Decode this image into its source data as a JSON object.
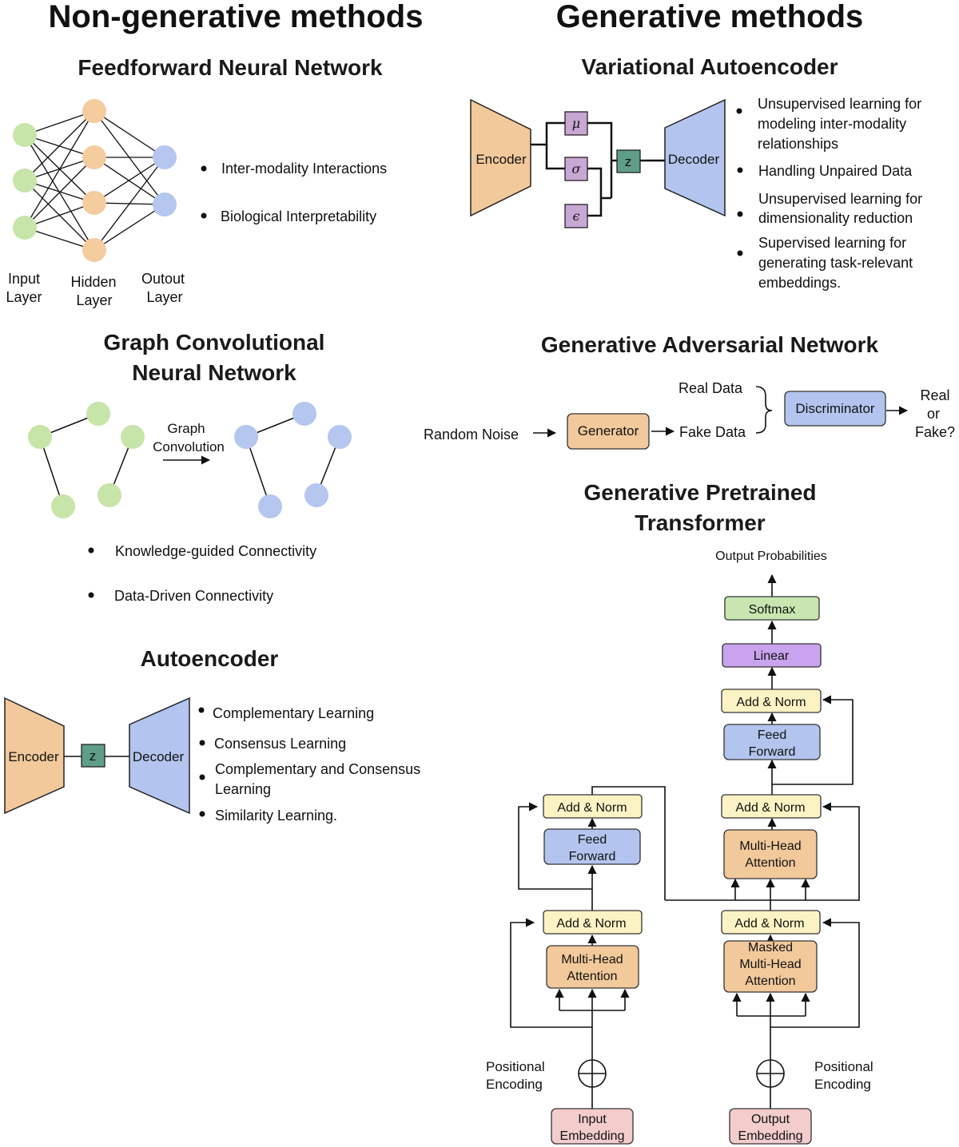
{
  "titles": {
    "left": "Non-generative methods",
    "right": "Generative methods"
  },
  "ffnn": {
    "title": "Feedforward Neural Network",
    "bullets": [
      "Inter-modality Interactions",
      "Biological Interpretability"
    ],
    "layer_labels": {
      "input": [
        "Input",
        "Layer"
      ],
      "hidden": [
        "Hidden",
        "Layer"
      ],
      "output": [
        "Outout",
        "Layer"
      ]
    }
  },
  "gcn": {
    "title_line1": "Graph Convolutional",
    "title_line2": "Neural Network",
    "arrow_label_line1": "Graph",
    "arrow_label_line2": "Convolution",
    "bullets": [
      "Knowledge-guided Connectivity",
      "Data-Driven Connectivity"
    ]
  },
  "autoencoder": {
    "title": "Autoencoder",
    "encoder": "Encoder",
    "latent": "z",
    "decoder": "Decoder",
    "bullets": [
      [
        "Complementary Learning"
      ],
      [
        "Consensus Learning"
      ],
      [
        "Complementary and Consensus",
        "Learning"
      ],
      [
        "Similarity Learning."
      ]
    ]
  },
  "vae": {
    "title": "Variational Autoencoder",
    "encoder": "Encoder",
    "decoder": "Decoder",
    "mu": "μ",
    "sigma": "σ",
    "epsilon": "ϵ",
    "latent": "z",
    "bullets": [
      [
        "Unsupervised learning for",
        "modeling inter-modality",
        "relationships"
      ],
      [
        "Handling Unpaired Data"
      ],
      [
        "Unsupervised learning for",
        "dimensionality reduction"
      ],
      [
        "Supervised learning for",
        "generating task-relevant",
        "embeddings."
      ]
    ]
  },
  "gan": {
    "title": "Generative Adversarial Network",
    "random_noise": "Random Noise",
    "generator": "Generator",
    "real_data": "Real Data",
    "fake_data": "Fake Data",
    "discriminator": "Discriminator",
    "output": [
      "Real",
      "or",
      "Fake?"
    ]
  },
  "gpt": {
    "title_line1": "Generative Pretrained",
    "title_line2": "Transformer",
    "output_probabilities": "Output Probabilities",
    "softmax": "Softmax",
    "linear": "Linear",
    "add_norm": "Add & Norm",
    "feed_forward": [
      "Feed",
      "Forward"
    ],
    "multi_head_attention": [
      "Multi-Head",
      "Attention"
    ],
    "masked_multi_head_attention": [
      "Masked",
      "Multi-Head",
      "Attention"
    ],
    "positional_encoding": [
      "Positional",
      "Encoding"
    ],
    "input_embedding": [
      "Input",
      "Embedding"
    ],
    "output_embedding": [
      "Output",
      "Embedding"
    ]
  },
  "colors": {
    "green_node": "#c7e4a9",
    "orange_node": "#f5cc9e",
    "blue_node": "#b5c6ef",
    "orange_block": "#f2c99b",
    "blue_block": "#b3c5ee",
    "purple_param": "#c9a7d3",
    "teal_latent": "#5f9e88",
    "yellow_norm": "#fcf3c4",
    "green_softmax": "#c9e6b1",
    "violet_linear": "#c9a3ee",
    "pink_embedding": "#f3cccc"
  }
}
